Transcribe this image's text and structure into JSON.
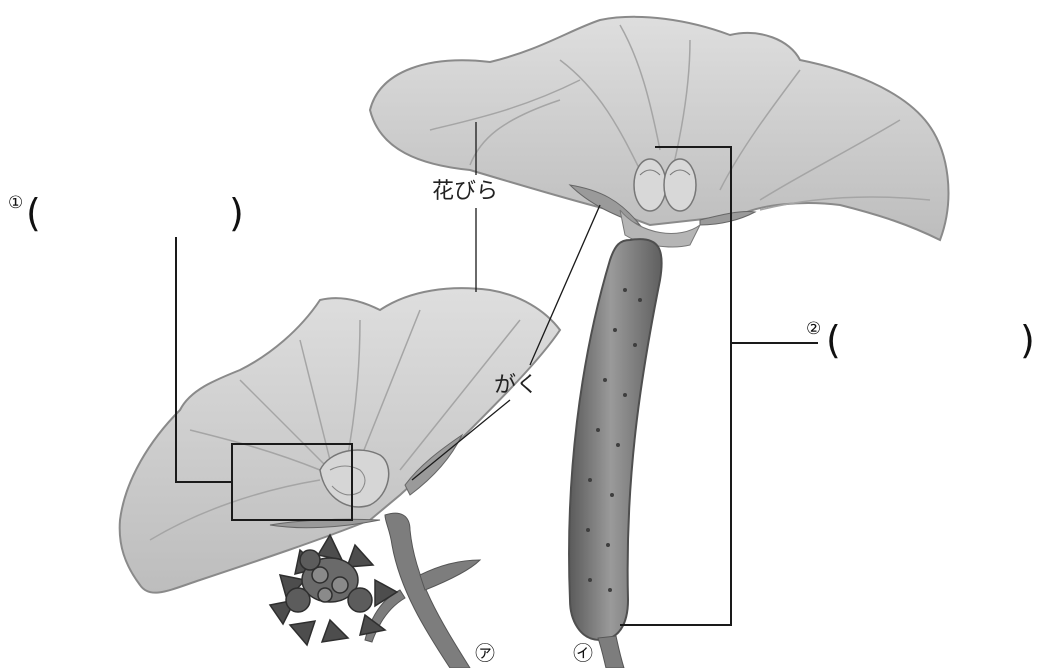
{
  "labels": {
    "petal": "花びら",
    "sepal": "がく",
    "blank1_number": "①",
    "blank2_number": "②",
    "paren_open": "(",
    "paren_close": ")",
    "flower_a_mark": "㋐",
    "flower_i_mark": "㋑"
  },
  "colors": {
    "petal_fill": "#cfcfcf",
    "petal_edge": "#8a8a8a",
    "vein": "#a9a9a9",
    "stem": "#7d7d7d",
    "ovary": "#6f6f6f",
    "bud": "#4d4d4d",
    "line": "#1a1a1a"
  }
}
